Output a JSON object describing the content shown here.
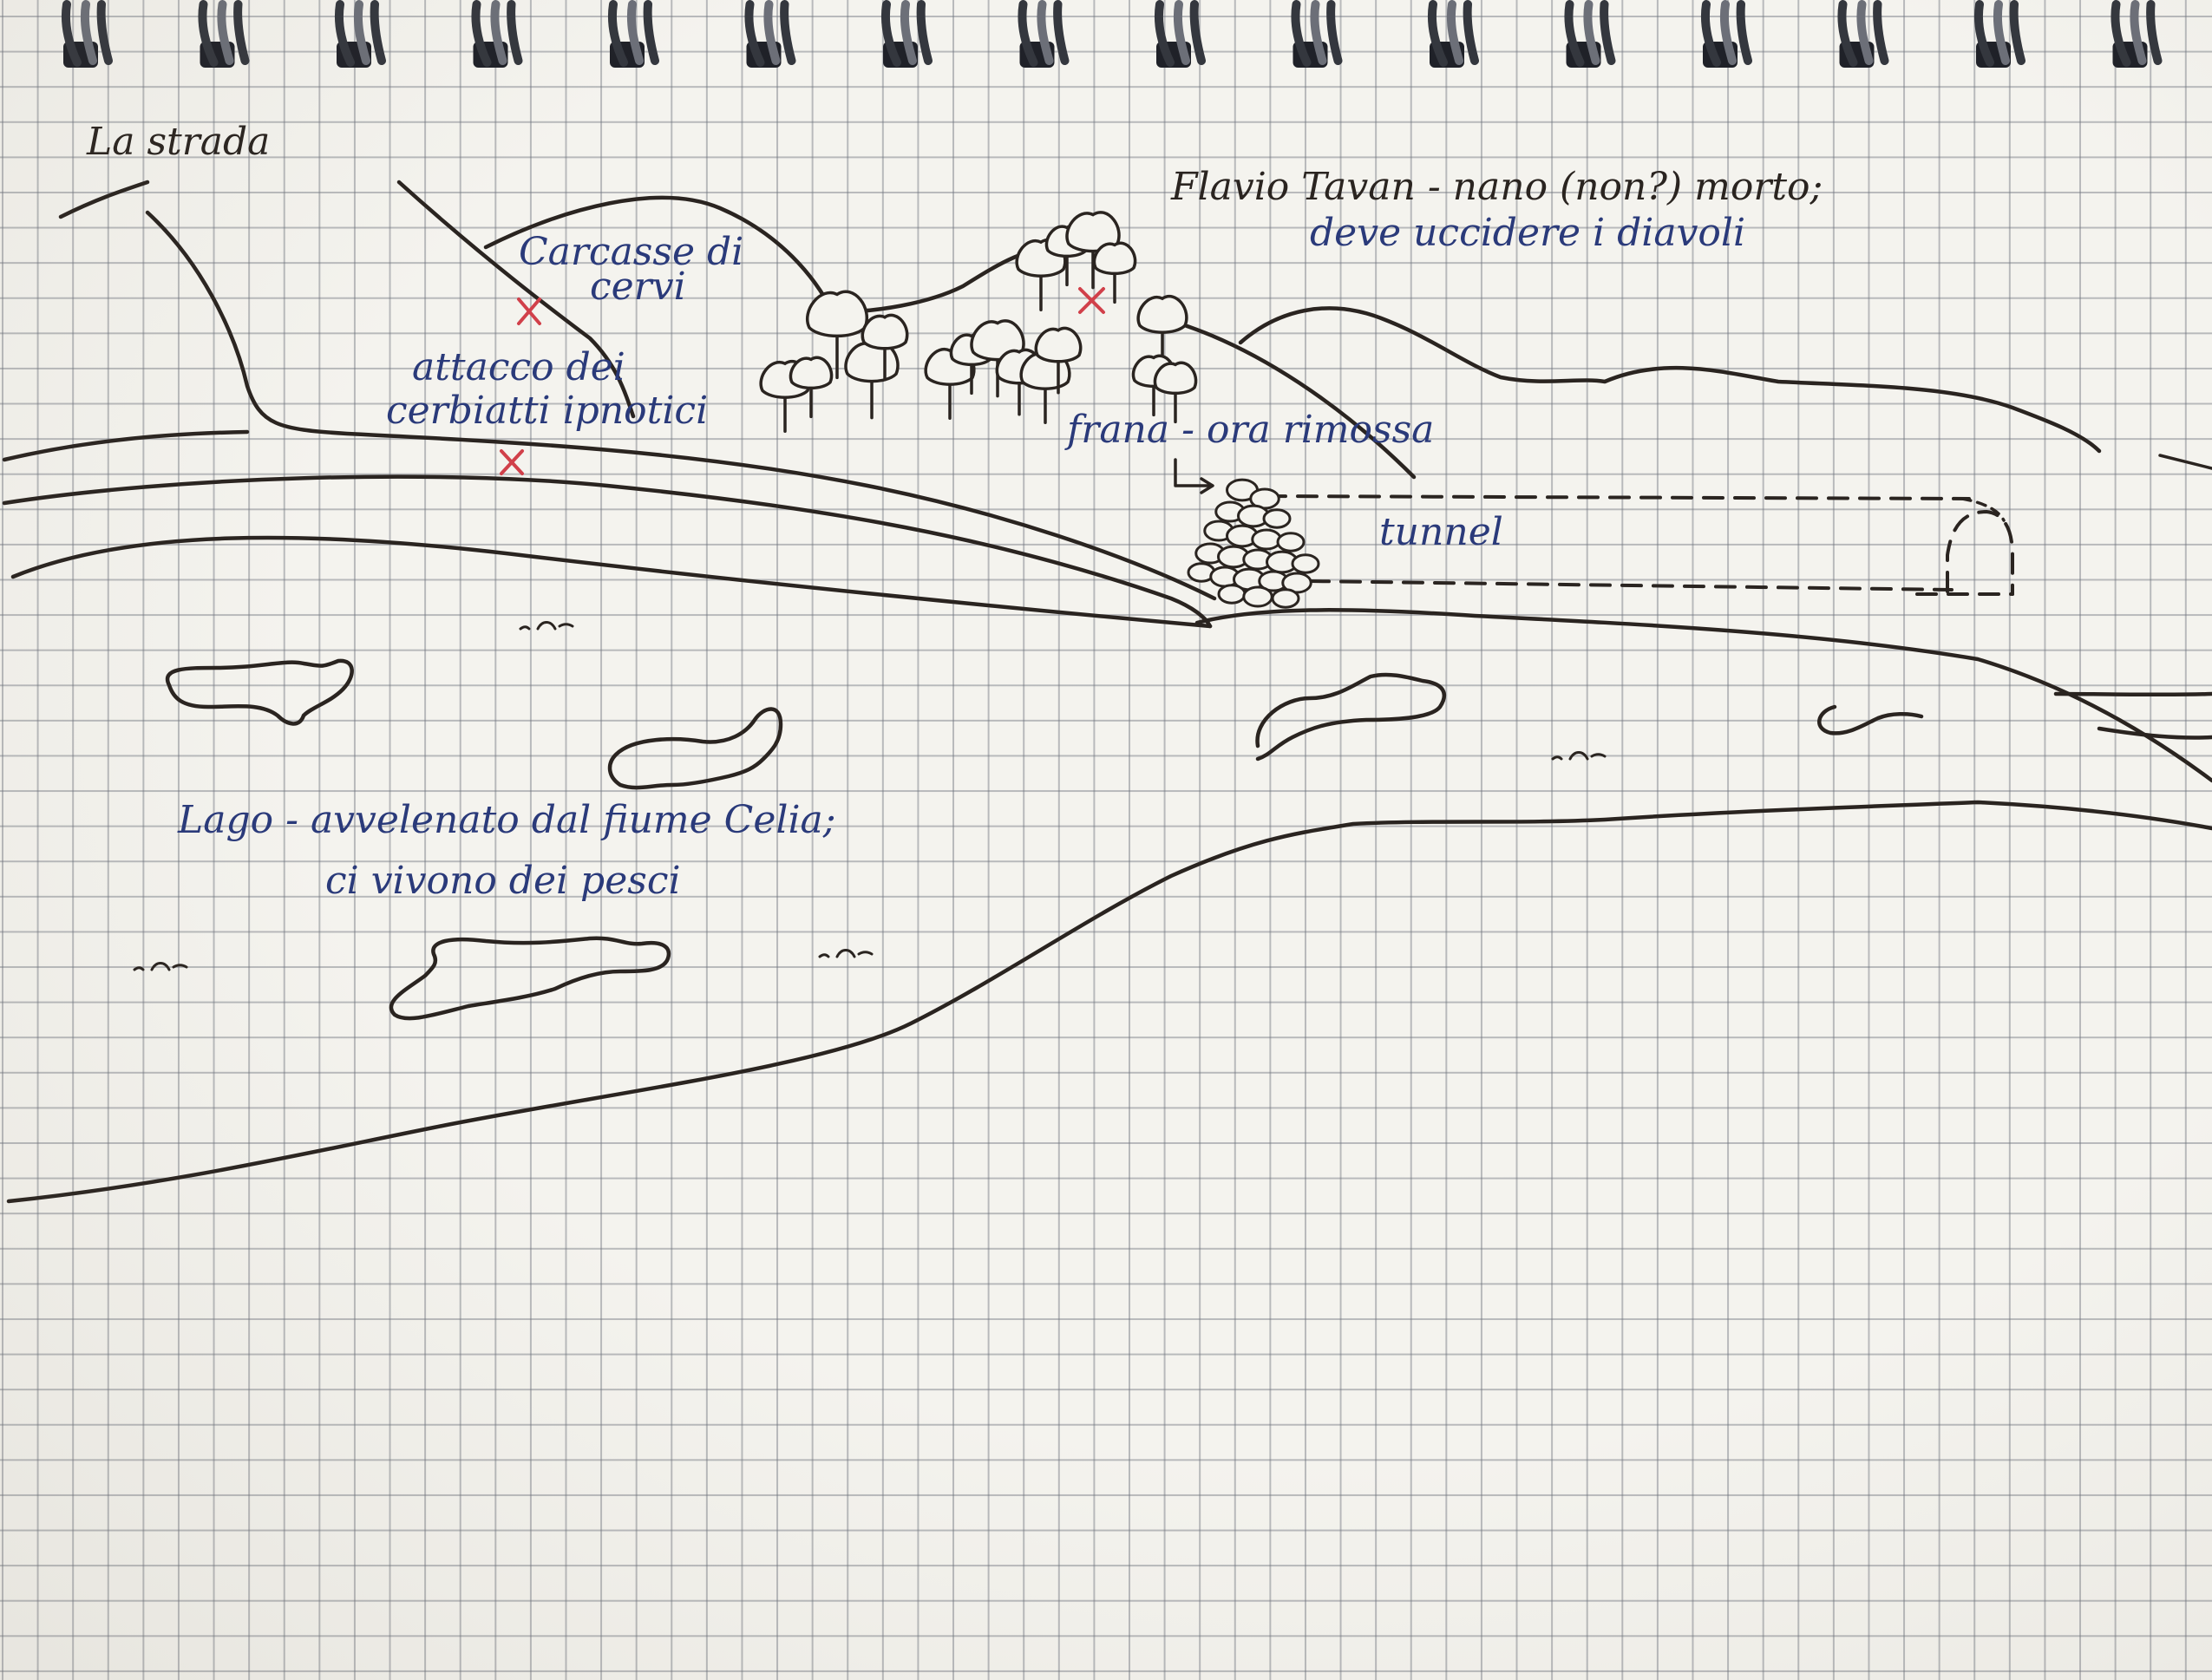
{
  "title": "La strada",
  "labels": {
    "carcasses": [
      "Carcasse di",
      "cervi"
    ],
    "fawn_attack": [
      "attacco dei",
      "cerbiatti ipnotici"
    ],
    "flavio": [
      "Flavio Tavan - nano (non?) morto;",
      "deve uccidere i diavoli"
    ],
    "landslide": "frana - ora rimossa",
    "tunnel": "tunnel",
    "lake": [
      "Lago - avvelenato dal fiume Celia;",
      "ci vivono dei pesci"
    ]
  },
  "markers": [
    {
      "type": "red-x",
      "meaning": "carcasse di cervi"
    },
    {
      "type": "red-x",
      "meaning": "attacco dei cerbiatti ipnotici"
    },
    {
      "type": "red-x",
      "meaning": "Flavio Tavan"
    }
  ],
  "colors": {
    "ink": "#2a2420",
    "blue_ink": "#2a3a7a",
    "marker_red": "#d1404a",
    "paper": "#f4f3ee"
  }
}
